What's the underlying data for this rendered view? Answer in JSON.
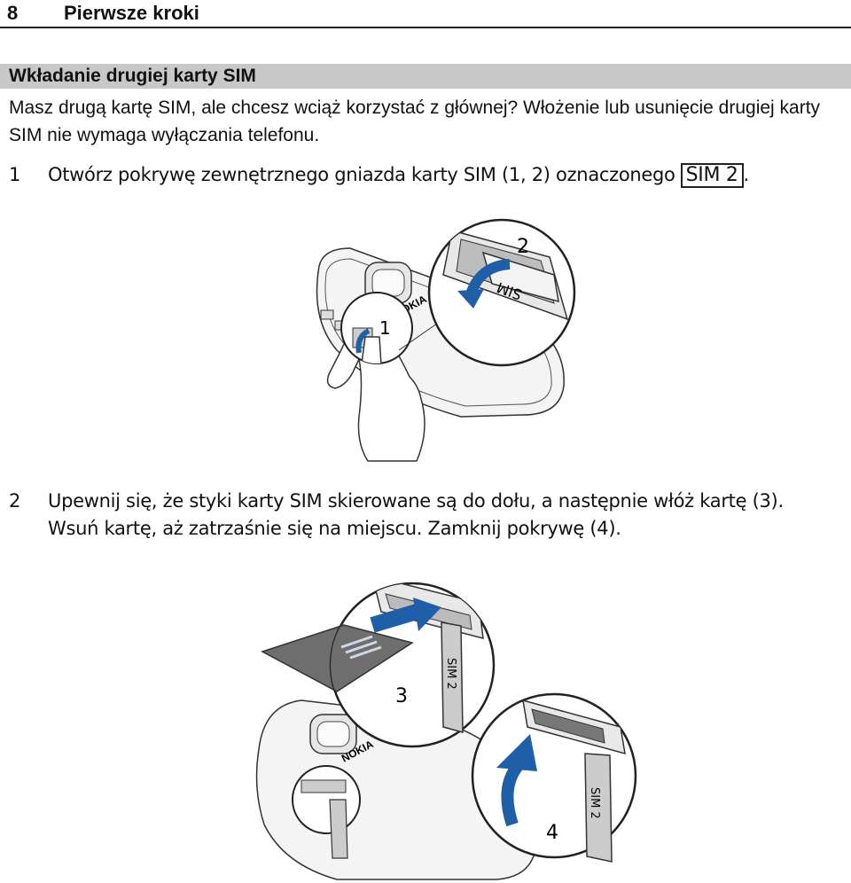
{
  "header": {
    "page_number": "8",
    "chapter_title": "Pierwsze kroki"
  },
  "section": {
    "title": "Wkładanie drugiej karty SIM",
    "intro": "Masz drugą kartę SIM, ale chcesz wciąż korzystać z głównej? Włożenie lub usunięcie drugiej karty SIM nie wymaga wyłączania telefonu."
  },
  "steps": [
    {
      "number": "1",
      "text": "Otwórz pokrywę zewnętrznego gniazda karty SIM (1, 2) oznaczonego",
      "badge": "SIM 2",
      "suffix": "."
    },
    {
      "number": "2",
      "line1": "Upewnij się, że styki karty SIM skierowane są do dołu, a następnie włóż kartę (3).",
      "line2": "Wsuń kartę, aż zatrzaśnie się na miejscu. Zamknij pokrywę (4)."
    }
  ],
  "figure1": {
    "callout_1": "1",
    "callout_2": "2",
    "brand": "NOKIA",
    "cover_label": "SIM"
  },
  "figure2": {
    "callout_3": "3",
    "callout_4": "4",
    "brand": "NOKIA",
    "slot_label": "SIM 2"
  },
  "colors": {
    "arrow_blue": "#1f5fa8",
    "section_bar": "#c8c8c8",
    "card_gray": "#6e6e6e"
  }
}
